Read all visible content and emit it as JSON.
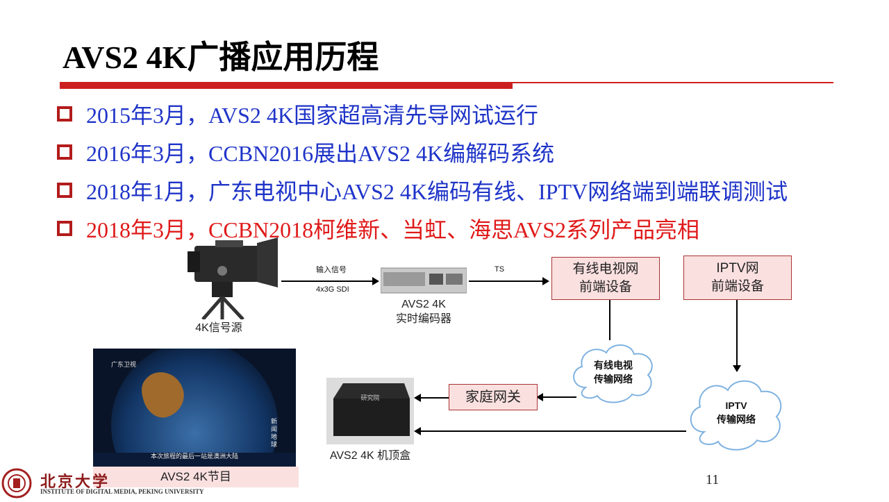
{
  "slide": {
    "title": "AVS2 4K广播应用历程",
    "page_number": "11"
  },
  "bullets": [
    {
      "text": "2015年3月，AVS2 4K国家超高清先导网试运行",
      "color": "#1f34c8"
    },
    {
      "text": "2016年3月，CCBN2016展出AVS2 4K编解码系统",
      "color": "#1f34c8"
    },
    {
      "text": "2018年1月，广东电视中心AVS2 4K编码有线、IPTV网络端到端联调测试",
      "color": "#1f34c8"
    },
    {
      "text": "2018年3月，CCBN2018柯维新、当虹、海思AVS2系列产品亮相",
      "color": "#e01a1a"
    }
  ],
  "diagram": {
    "camera_label": "4K信号源",
    "input_label_top": "输入信号",
    "input_label_bottom": "4x3G SDI",
    "encoder_label": "AVS2 4K\n实时编码器",
    "ts_label": "TS",
    "cable_headend": "有线电视网\n前端设备",
    "iptv_headend": "IPTV网\n前端设备",
    "cable_network": "有线电视\n传输网络",
    "iptv_network": "IPTV\n传输网络",
    "home_gateway": "家庭网关",
    "stb_label": "AVS2 4K 机顶盒",
    "stb_device_text": "研究院",
    "program_label": "AVS2 4K节目",
    "tv_logo": "广东卫视",
    "tv_caption": "本次旅程的最后一站是澳洲大陆",
    "tv_side_text": "新闻地球"
  },
  "footer": {
    "univ_name": "北京大学",
    "institute": "INSTITUTE OF DIGITAL MEDIA, PEKING UNIVERSITY"
  },
  "colors": {
    "accent_red": "#cc1f1f",
    "bullet_blue": "#1f34c8",
    "bullet_red": "#e01a1a",
    "box_pink": "#fbe0e0"
  }
}
